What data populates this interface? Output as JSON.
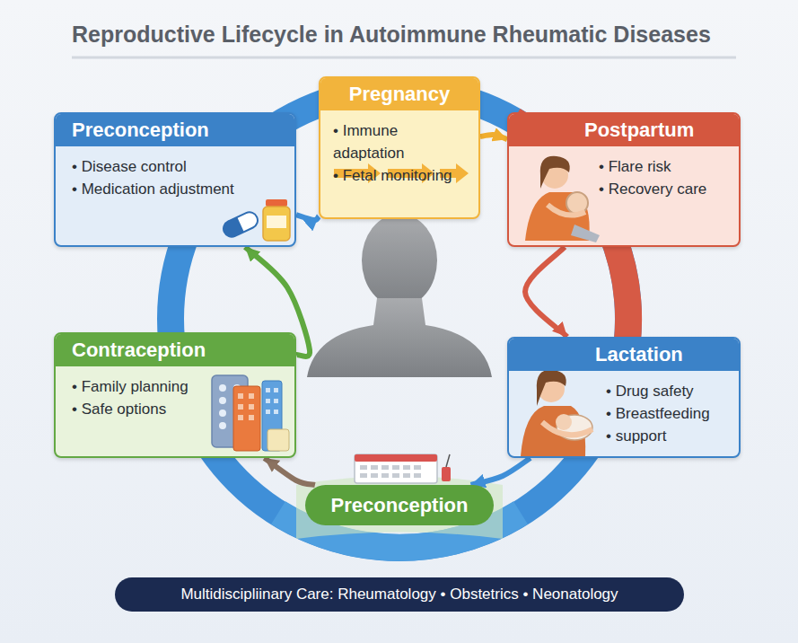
{
  "diagram": {
    "title": "Reproductive Lifecycle in Autoimmune Rheumatic Diseases",
    "nodes": [
      {
        "text": [
          "Preconception",
          "• Disease control",
          "• Medication adjustment"
        ]
      },
      {
        "text": [
          "Pregnancy",
          "• Immune adaptation",
          "• Fetal monitoring"
        ]
      },
      {
        "text": [
          "Postpartum",
          "• Flare risk",
          "• Recovery care"
        ]
      },
      {
        "text": [
          "Lactation",
          "• Drug safety",
          "• Breastfeeding",
          "• support"
        ]
      },
      {
        "text": [
          "Contraception",
          "• Family planning",
          "• Safe options"
        ]
      },
      {
        "text": [
          "Preconception"
        ]
      },
      {
        "text": [
          "Multidiscipliinary Care: Rheumatology • Obstetrics • Neonatology"
        ]
      }
    ],
    "edges": [
      {
        "from": 0,
        "to": 1,
        "arrow": "to"
      },
      {
        "from": 1,
        "to": 2,
        "arrow": "to"
      },
      {
        "from": 2,
        "to": 3,
        "arrow": "to"
      },
      {
        "from": 3,
        "to": 5,
        "arrow": "to"
      },
      {
        "from": 5,
        "to": 4,
        "arrow": "to"
      },
      {
        "from": 4,
        "to": 0,
        "arrow": "to"
      }
    ]
  }
}
